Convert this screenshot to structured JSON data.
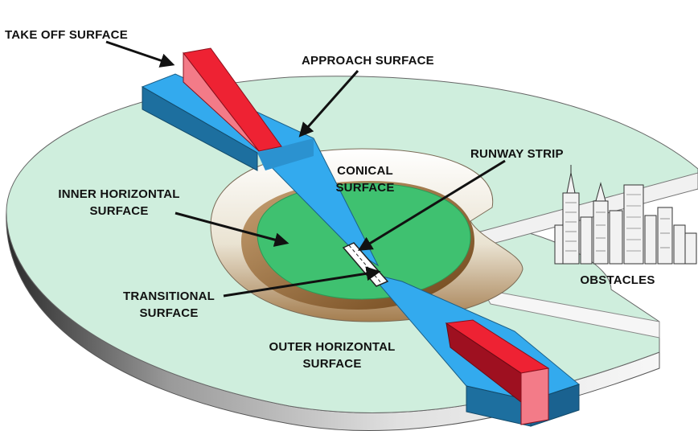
{
  "labels": {
    "take_off_surface": "TAKE OFF SURFACE",
    "approach_surface": "APPROACH SURFACE",
    "conical_surface_1": "CONICAL",
    "conical_surface_2": "SURFACE",
    "runway_strip": "RUNWAY STRIP",
    "inner_horizontal_1": "INNER HORIZONTAL",
    "inner_horizontal_2": "SURFACE",
    "transitional_1": "TRANSITIONAL",
    "transitional_2": "SURFACE",
    "outer_horizontal_1": "OUTER HORIZONTAL",
    "outer_horizontal_2": "SURFACE",
    "obstacles": "OBSTACLES"
  },
  "colors": {
    "outer_surface": "#cfeedd",
    "conical_surface": "#f6f3ea",
    "inner_surface": "#3fc170",
    "brown_slope": "#8a5a28",
    "approach_blue": "#33aaee",
    "approach_dark": "#1d6f9f",
    "takeoff_red": "#ee2233",
    "takeoff_dark": "#9e1020",
    "takeoff_light": "#f37b88",
    "runway": "#ffffff"
  }
}
